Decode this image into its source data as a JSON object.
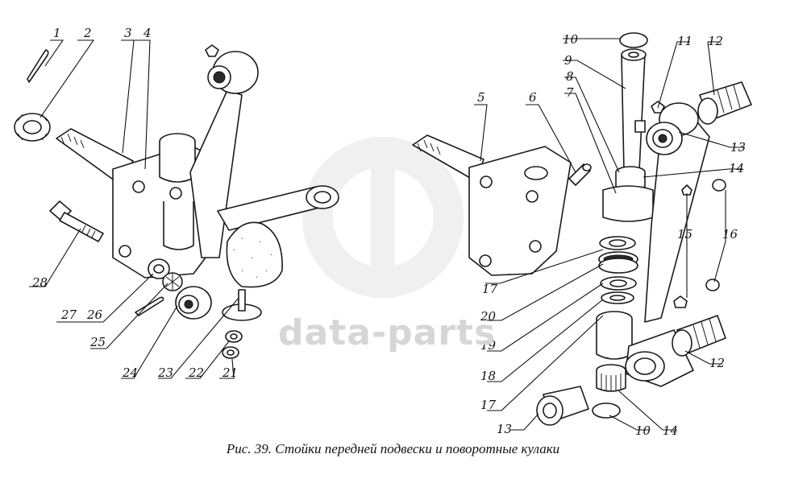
{
  "caption": "Рис. 39. Стойки передней подвески и поворотные кулаки",
  "watermark": {
    "text": "data-parts"
  },
  "callouts": [
    {
      "id": "c1",
      "label": "1"
    },
    {
      "id": "c2",
      "label": "2"
    },
    {
      "id": "c3",
      "label": "3"
    },
    {
      "id": "c4",
      "label": "4"
    },
    {
      "id": "c5",
      "label": "5"
    },
    {
      "id": "c6",
      "label": "6"
    },
    {
      "id": "c7",
      "label": "7"
    },
    {
      "id": "c8",
      "label": "8"
    },
    {
      "id": "c9",
      "label": "9"
    },
    {
      "id": "c10a",
      "label": "10"
    },
    {
      "id": "c10b",
      "label": "10"
    },
    {
      "id": "c11",
      "label": "11"
    },
    {
      "id": "c12a",
      "label": "12"
    },
    {
      "id": "c12b",
      "label": "12"
    },
    {
      "id": "c13a",
      "label": "13"
    },
    {
      "id": "c13b",
      "label": "13"
    },
    {
      "id": "c14a",
      "label": "14"
    },
    {
      "id": "c14b",
      "label": "14"
    },
    {
      "id": "c15",
      "label": "15"
    },
    {
      "id": "c16",
      "label": "16"
    },
    {
      "id": "c17a",
      "label": "17"
    },
    {
      "id": "c17b",
      "label": "17"
    },
    {
      "id": "c18",
      "label": "18"
    },
    {
      "id": "c19",
      "label": "19"
    },
    {
      "id": "c20",
      "label": "20"
    },
    {
      "id": "c21",
      "label": "21"
    },
    {
      "id": "c22",
      "label": "22"
    },
    {
      "id": "c23",
      "label": "23"
    },
    {
      "id": "c24",
      "label": "24"
    },
    {
      "id": "c25",
      "label": "25"
    },
    {
      "id": "c26",
      "label": "26"
    },
    {
      "id": "c27",
      "label": "27"
    },
    {
      "id": "c28",
      "label": "28"
    }
  ]
}
